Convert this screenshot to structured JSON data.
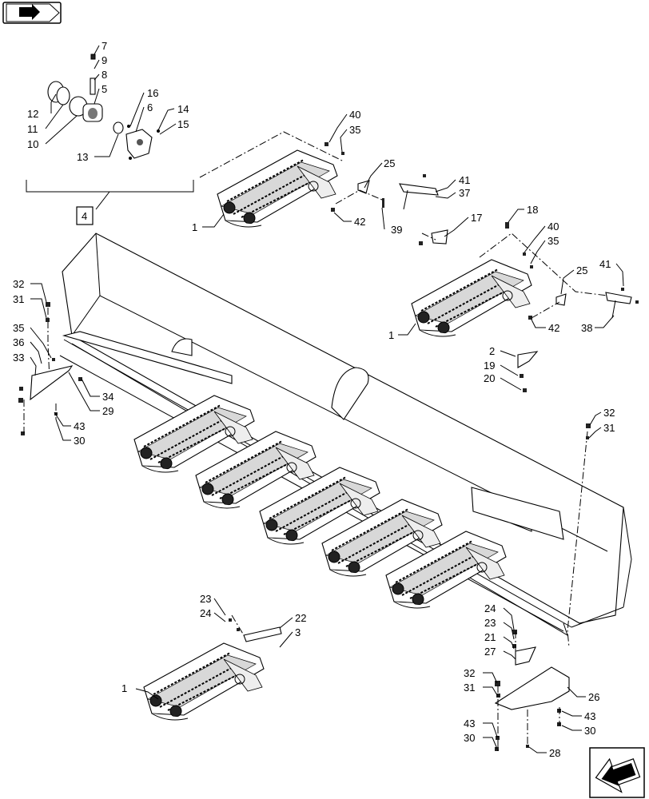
{
  "callouts": [
    {
      "id": "c7",
      "text": "7"
    },
    {
      "id": "c9",
      "text": "9"
    },
    {
      "id": "c8",
      "text": "8"
    },
    {
      "id": "c5",
      "text": "5"
    },
    {
      "id": "c16",
      "text": "16"
    },
    {
      "id": "c6",
      "text": "6"
    },
    {
      "id": "c14",
      "text": "14"
    },
    {
      "id": "c15",
      "text": "15"
    },
    {
      "id": "c12",
      "text": "12"
    },
    {
      "id": "c11",
      "text": "11"
    },
    {
      "id": "c10",
      "text": "10"
    },
    {
      "id": "c13",
      "text": "13"
    },
    {
      "id": "c4",
      "text": "4"
    },
    {
      "id": "c40a",
      "text": "40"
    },
    {
      "id": "c35a",
      "text": "35"
    },
    {
      "id": "c25a",
      "text": "25"
    },
    {
      "id": "c41a",
      "text": "41"
    },
    {
      "id": "c37",
      "text": "37"
    },
    {
      "id": "c1a",
      "text": "1"
    },
    {
      "id": "c42a",
      "text": "42"
    },
    {
      "id": "c39",
      "text": "39"
    },
    {
      "id": "c17",
      "text": "17"
    },
    {
      "id": "c18",
      "text": "18"
    },
    {
      "id": "c40b",
      "text": "40"
    },
    {
      "id": "c35b",
      "text": "35"
    },
    {
      "id": "c25b",
      "text": "25"
    },
    {
      "id": "c41b",
      "text": "41"
    },
    {
      "id": "c1b",
      "text": "1"
    },
    {
      "id": "c42b",
      "text": "42"
    },
    {
      "id": "c38",
      "text": "38"
    },
    {
      "id": "c2",
      "text": "2"
    },
    {
      "id": "c19",
      "text": "19"
    },
    {
      "id": "c20",
      "text": "20"
    },
    {
      "id": "c32a",
      "text": "32"
    },
    {
      "id": "c31a",
      "text": "31"
    },
    {
      "id": "c35c",
      "text": "35"
    },
    {
      "id": "c36",
      "text": "36"
    },
    {
      "id": "c33",
      "text": "33"
    },
    {
      "id": "c34",
      "text": "34"
    },
    {
      "id": "c29",
      "text": "29"
    },
    {
      "id": "c43a",
      "text": "43"
    },
    {
      "id": "c30a",
      "text": "30"
    },
    {
      "id": "c32b",
      "text": "32"
    },
    {
      "id": "c31b",
      "text": "31"
    },
    {
      "id": "c23a",
      "text": "23"
    },
    {
      "id": "c24a",
      "text": "24"
    },
    {
      "id": "c22",
      "text": "22"
    },
    {
      "id": "c3",
      "text": "3"
    },
    {
      "id": "c1c",
      "text": "1"
    },
    {
      "id": "c24b",
      "text": "24"
    },
    {
      "id": "c23b",
      "text": "23"
    },
    {
      "id": "c21",
      "text": "21"
    },
    {
      "id": "c27",
      "text": "27"
    },
    {
      "id": "c32c",
      "text": "32"
    },
    {
      "id": "c31c",
      "text": "31"
    },
    {
      "id": "c26",
      "text": "26"
    },
    {
      "id": "c43b",
      "text": "43"
    },
    {
      "id": "c30b",
      "text": "30"
    },
    {
      "id": "c43c",
      "text": "43"
    },
    {
      "id": "c30c",
      "text": "30"
    },
    {
      "id": "c28",
      "text": "28"
    }
  ],
  "icons": {
    "top_left": "book-arrow-icon",
    "bottom_right": "arrow-left-icon"
  }
}
